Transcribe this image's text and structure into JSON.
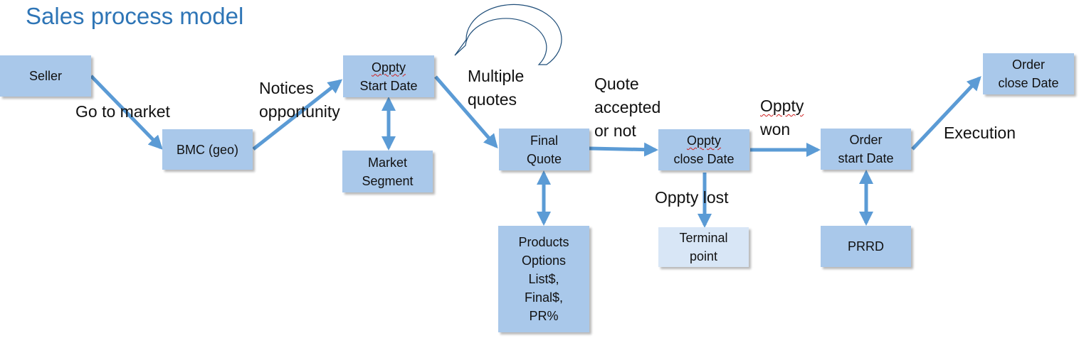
{
  "title": "Sales process model",
  "colors": {
    "title": "#2e75b6",
    "box_fill": "#a9c8ea",
    "terminal_fill": "#d8e6f6",
    "arrow": "#5b9bd5"
  },
  "nodes": {
    "seller": {
      "lines": [
        "Seller"
      ]
    },
    "bmc": {
      "lines": [
        "BMC (geo)"
      ]
    },
    "oppty_start": {
      "lines": [
        "Oppty",
        "Start Date"
      ]
    },
    "market_segment": {
      "lines": [
        "Market",
        "Segment"
      ]
    },
    "final_quote": {
      "lines": [
        "Final",
        "Quote"
      ]
    },
    "products": {
      "lines": [
        "Products",
        "Options",
        "List$,",
        "Final$,",
        "PR%"
      ]
    },
    "oppty_close": {
      "lines": [
        "Oppty",
        "close Date"
      ]
    },
    "terminal": {
      "lines": [
        "Terminal",
        "point"
      ]
    },
    "order_start": {
      "lines": [
        "Order",
        "start Date"
      ]
    },
    "prrd": {
      "lines": [
        "PRRD"
      ]
    },
    "order_close": {
      "lines": [
        "Order",
        "close Date"
      ]
    }
  },
  "edge_labels": {
    "go_to_market": [
      "Go to market"
    ],
    "notices": [
      "Notices",
      "opportunity"
    ],
    "multiple_quotes": [
      "Multiple",
      "quotes"
    ],
    "quote_accepted": [
      "Quote",
      "accepted",
      "or not"
    ],
    "oppty_won": [
      "Oppty",
      "won"
    ],
    "oppty_lost": [
      "Oppty lost"
    ],
    "execution": [
      "Execution"
    ]
  }
}
